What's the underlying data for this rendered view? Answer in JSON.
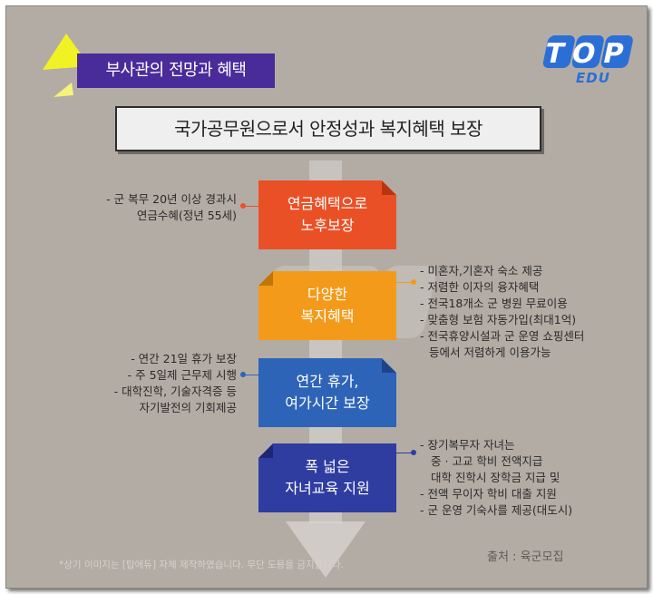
{
  "header": {
    "title": "부사관의 전망과 혜택",
    "subtitle": "국가공무원으로서 안정성과 복지혜택 보장"
  },
  "logo": {
    "main": "TOP",
    "sub": "EDU"
  },
  "steps": [
    {
      "line1": "연금혜택으로",
      "line2": "노후보장",
      "color": "#ea5026"
    },
    {
      "line1": "다양한",
      "line2": "복지혜택",
      "color": "#f39a1a"
    },
    {
      "line1": "연간 휴가,",
      "line2": "여가시간 보장",
      "color": "#2e64b8"
    },
    {
      "line1": "폭 넓은",
      "line2": "자녀교육 지원",
      "color": "#2f3ca0"
    }
  ],
  "notes": {
    "pension": [
      "- 군 복무 20년 이상 경과시",
      "연금수혜(정년 55세)"
    ],
    "welfare": [
      "- 미혼자,기혼자 숙소 제공",
      "- 저렴한 이자의 융자혜택",
      "- 전국18개소 군 병원 무료이용",
      "- 맞춤형 보험 자동가입(최대1억)",
      "- 전국휴양시설과 군 운영 쇼핑센터",
      "등에서 저렴하게 이용가능"
    ],
    "vacation": [
      "- 연간 21일 휴가 보장",
      "- 주 5일제 근무제 시행",
      "- 대학진학, 기술자격증 등",
      "자기발전의 기회제공"
    ],
    "education": [
      "- 장기복무자 자녀는",
      "중 · 고교 학비 전액지급",
      "대학 진학시 장학금 지급 및",
      "- 전액 무이자 학비 대출 지원",
      "- 군 운영 기숙사를 제공(대도시)"
    ]
  },
  "footer": {
    "notice": "*상기 이미지는 [탑에듀] 자체 제작하였습니다. 무단 도용을 금지합니다.",
    "source": "출처 : 육군모집"
  },
  "colors": {
    "background": "#b3aca5",
    "title_bar": "#4a2b9a",
    "accent_yellow": "#f1f224",
    "logo_blue": "#2b6fd6"
  }
}
